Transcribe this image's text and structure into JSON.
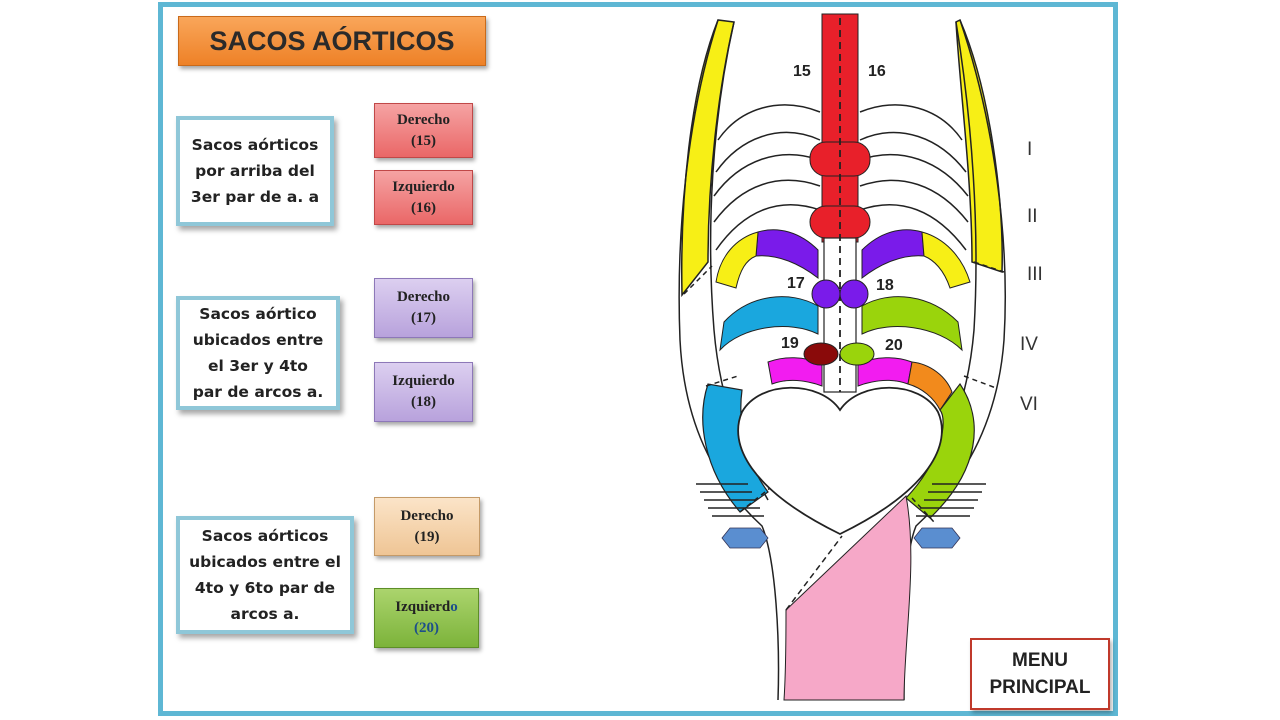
{
  "title": "SACOS AÓRTICOS",
  "groups": [
    {
      "description": [
        "Sacos aórticos",
        "por arriba del",
        "3er par de  a. a"
      ],
      "right": {
        "label": "Derecho",
        "number": "(15)"
      },
      "left": {
        "label": "Izquierdo",
        "number": "(16)"
      }
    },
    {
      "description": [
        "Sacos aórtico",
        "ubicados entre",
        "el  3er y 4to",
        "par de arcos  a."
      ],
      "right": {
        "label": "Derecho",
        "number": "(17)"
      },
      "left": {
        "label": "Izquierdo",
        "number": "(18)"
      }
    },
    {
      "description": [
        "Sacos aórticos",
        "ubicados entre el",
        "4to  y 6to par de",
        "arcos a."
      ],
      "right": {
        "label": "Derecho",
        "number": "(19)"
      },
      "left": {
        "label": "Izquierd",
        "label_tail": "o",
        "number": "(20)"
      }
    }
  ],
  "diagram": {
    "labels": {
      "n15": "15",
      "n16": "16",
      "n17": "17",
      "n18": "18",
      "n19": "19",
      "n20": "20"
    },
    "arches": [
      "I",
      "II",
      "III",
      "IV",
      "VI"
    ],
    "colors": {
      "red": "#e8202a",
      "yellow": "#f7ef16",
      "purple": "#7a1bea",
      "blue": "#1aa7de",
      "green": "#9ad40c",
      "magenta": "#f21cf0",
      "orange": "#f28a1c",
      "pink": "#f6a8c8",
      "darkred": "#8a0a0a",
      "connector": "#5a8ed0"
    }
  },
  "menu": {
    "line1": "MENU",
    "line2": "PRINCIPAL"
  }
}
